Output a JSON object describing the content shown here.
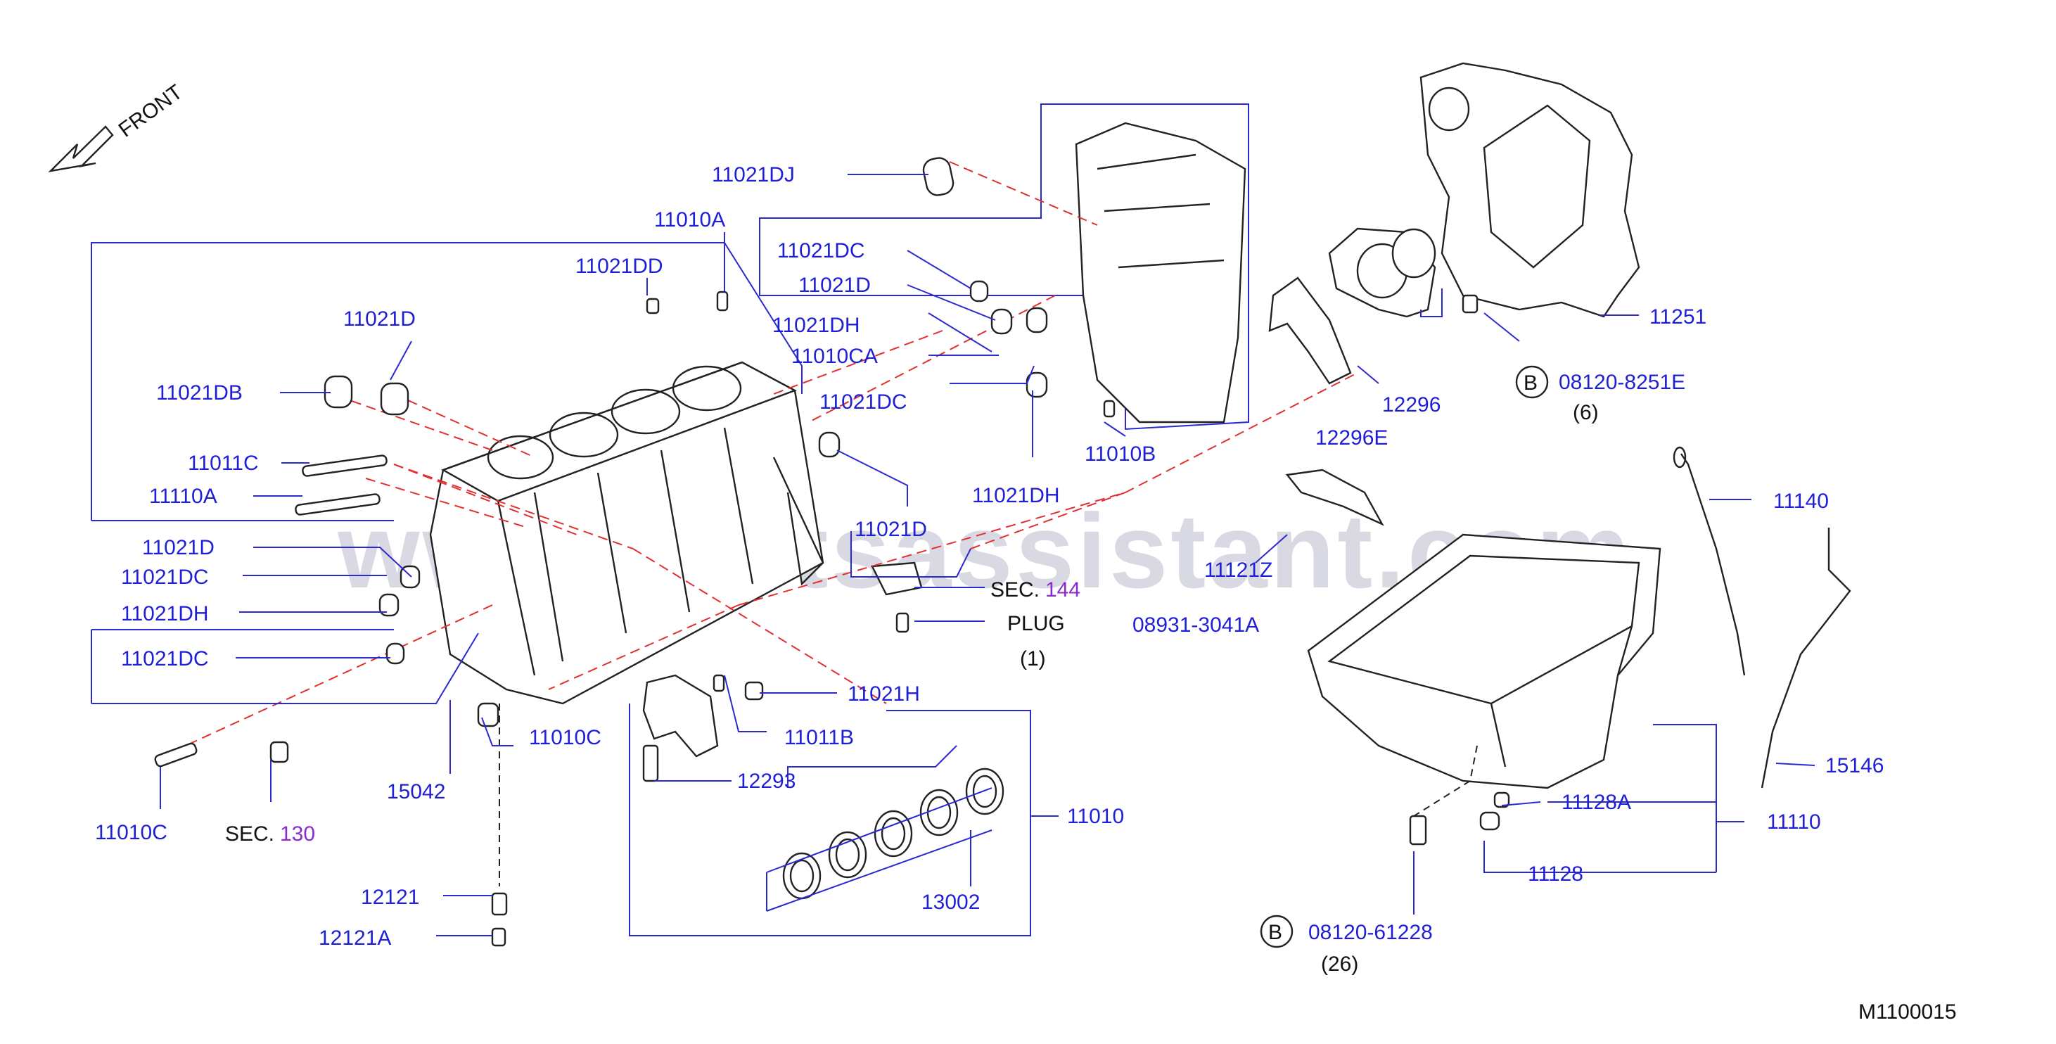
{
  "diagram_code": "M1100015",
  "watermark": "www.partsassistant.com",
  "front_label": "FRONT",
  "labels": {
    "l_11021DJ": "11021DJ",
    "l_11010A": "11010A",
    "l_11021DD": "11021DD",
    "l_11021D_top": "11021D",
    "l_11021DB": "11021DB",
    "l_11021DC_a": "11021DC",
    "l_11021D_b": "11021D",
    "l_11021DH_a": "11021DH",
    "l_11010CA": "11010CA",
    "l_11021DC_b": "11021DC",
    "l_11011C": "11011C",
    "l_11110A": "11110A",
    "l_11021D_c": "11021D",
    "l_11021DC_c": "11021DC",
    "l_11021DH_b": "11021DH",
    "l_11021DC_d": "11021DC",
    "l_11021D_d": "11021D",
    "l_11021DH_c": "11021DH",
    "l_11010B": "11010B",
    "l_12296": "12296",
    "l_12296E": "12296E",
    "l_11251": "11251",
    "l_08120_8251E": "08120-8251E",
    "l_qty6": "(6)",
    "l_11121Z": "11121Z",
    "l_11140": "11140",
    "l_sec144_a": "SEC.",
    "l_sec144_b": "144",
    "l_plug": "PLUG",
    "l_qty1": "(1)",
    "l_08931": "08931-3041A",
    "l_11021H": "11021H",
    "l_11011B": "11011B",
    "l_11010C_a": "11010C",
    "l_15042": "15042",
    "l_12293": "12293",
    "l_11010": "11010",
    "l_13002": "13002",
    "l_11010C_b": "11010C",
    "l_sec130_a": "SEC.",
    "l_sec130_b": "130",
    "l_12121": "12121",
    "l_12121A": "12121A",
    "l_15146": "15146",
    "l_11128A": "11128A",
    "l_11110": "11110",
    "l_11128": "11128",
    "l_08120_61228": "08120-61228",
    "l_qty26": "(26)",
    "l_B1": "B",
    "l_B2": "B"
  },
  "colors": {
    "label_blue": "#1f1fd6",
    "leader_blue": "#2a2ad0",
    "dash_red": "#e23030",
    "section_purple": "#8a2bd0",
    "outline": "#222222"
  }
}
